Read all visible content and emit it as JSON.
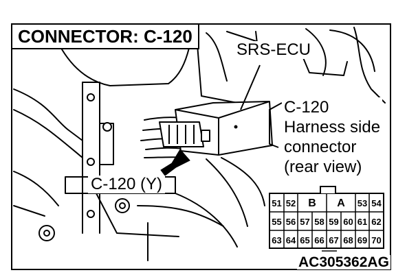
{
  "title": "CONNECTOR: C-120",
  "callouts": {
    "srs_ecu": "SRS-ECU",
    "c120_lines": [
      "C-120",
      "Harness side",
      "connector",
      "(rear view)"
    ],
    "c120_y": "C-120 (Y)"
  },
  "connector_pinout": {
    "top_row": [
      "51",
      "52",
      "B",
      "A",
      "53",
      "54"
    ],
    "middle_row": [
      "55",
      "56",
      "57",
      "58",
      "59",
      "60",
      "61",
      "62"
    ],
    "bottom_row": [
      "63",
      "64",
      "65",
      "66",
      "67",
      "68",
      "69",
      "70"
    ]
  },
  "figure_code": "AC305362AG"
}
